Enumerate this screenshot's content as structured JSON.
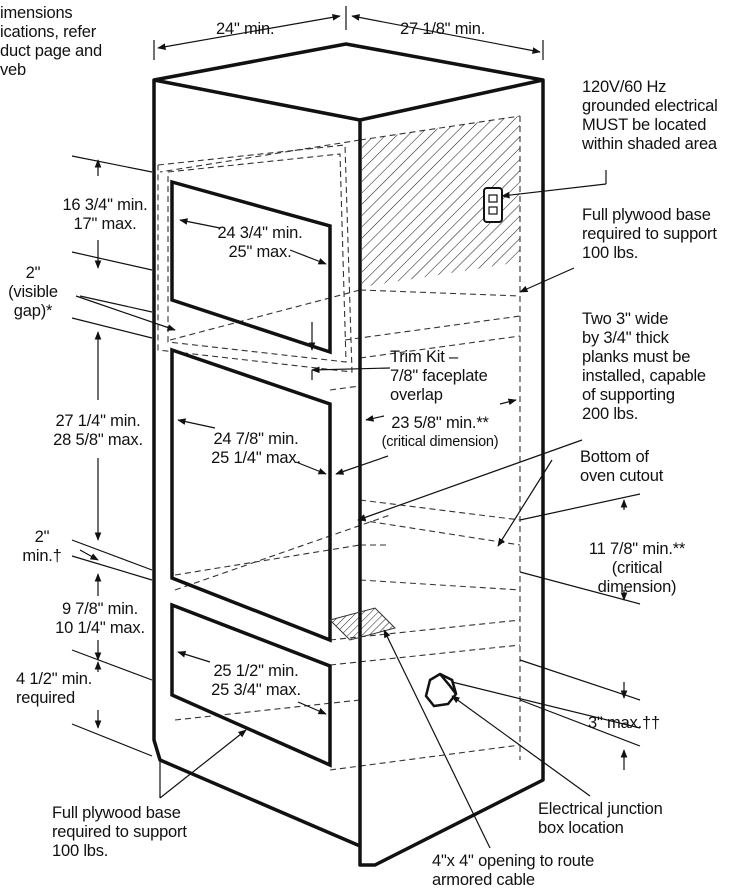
{
  "labels": {
    "top_left_note": [
      "imensions",
      "ications, refer",
      "duct page and",
      "veb"
    ],
    "dim_width": "24\" min.",
    "dim_depth": "27 1/8\" min.",
    "electrical": [
      "120V/60 Hz",
      "grounded electrical",
      "MUST be located",
      "within shaded area"
    ],
    "plywood_top": [
      "Full plywood base",
      "required to support",
      "100 lbs."
    ],
    "dim_upper_height": [
      "16 3/4\" min.",
      "17\" max."
    ],
    "dim_upper_width": [
      "24 3/4\" min.",
      "25\" max."
    ],
    "visible_gap": [
      "2\"",
      "(visible",
      "gap)*"
    ],
    "trim_kit": [
      "Trim Kit –",
      "7/8\" faceplate",
      "overlap"
    ],
    "planks": [
      "Two 3\" wide",
      "by 3/4\" thick",
      "planks must be",
      "installed, capable",
      "of supporting",
      "200 lbs."
    ],
    "dim_middle_height": [
      "27 1/4\" min.",
      "28 5/8\" max."
    ],
    "dim_middle_width": [
      "24 7/8\" min.",
      "25 1/4\" max."
    ],
    "dim_depth_inner": [
      "23 5/8\" min.**",
      "(critical dimension)"
    ],
    "bottom_cutout": [
      "Bottom of",
      "oven cutout"
    ],
    "dim_2_min": [
      "2\"",
      "min.†"
    ],
    "dim_11_7_8": [
      "11 7/8\" min.**",
      "(critical",
      "dimension)"
    ],
    "dim_9_7_8": [
      "9 7/8\" min.",
      "10 1/4\" max."
    ],
    "dim_4_1_2": [
      "4 1/2\" min.",
      "required"
    ],
    "dim_lower_width": [
      "25 1/2\" min.",
      "25 3/4\" max."
    ],
    "dim_3_max": "3\" max.††",
    "plywood_bottom": [
      "Full plywood base",
      "required to support",
      "100 lbs."
    ],
    "junction_box": [
      "Electrical junction",
      "box location"
    ],
    "opening": [
      "4\"x 4\" opening to route",
      "armored cable"
    ]
  },
  "icons": [
    "electrical-outlet-icon",
    "junction-box-icon"
  ]
}
